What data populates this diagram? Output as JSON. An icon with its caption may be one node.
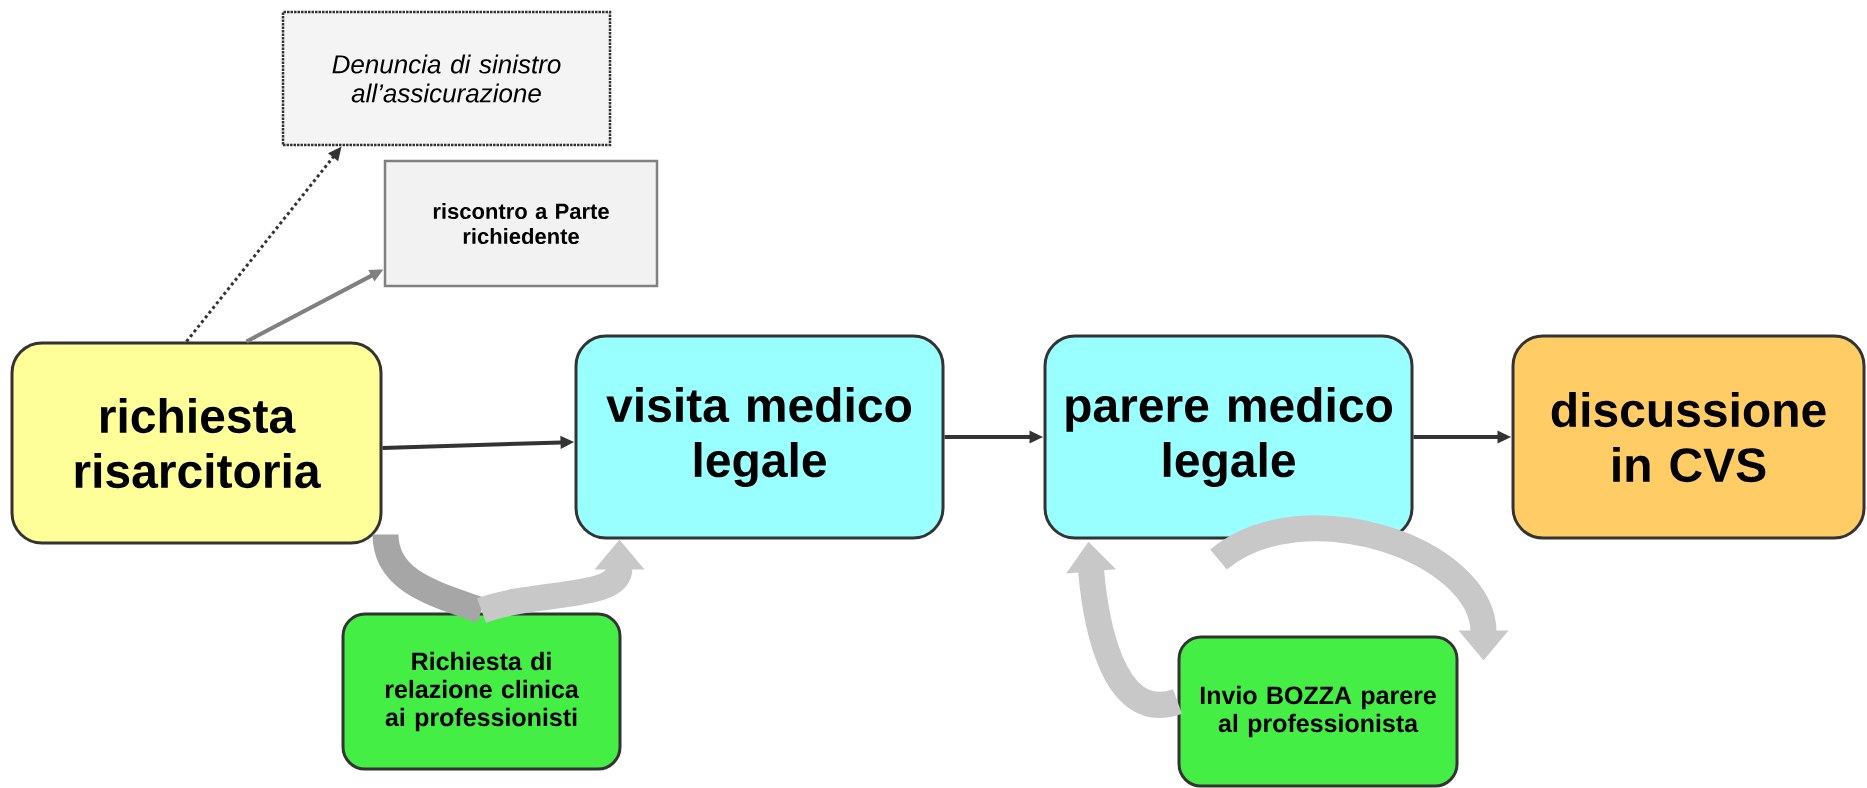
{
  "diagram": {
    "nodes": [
      {
        "text": [
          "Denuncia di sinistro all’assicurazione"
        ]
      },
      {
        "text": [
          "riscontro a  Parte richiedente"
        ]
      },
      {
        "text": [
          "richiesta risarcitoria"
        ]
      },
      {
        "text": [
          "visita medico legale"
        ]
      },
      {
        "text": [
          "parere medico legale"
        ]
      },
      {
        "text": [
          "discussione in CVS"
        ]
      },
      {
        "text": [
          "Richiesta di relazione clinica ai professionisti"
        ]
      },
      {
        "text": [
          "Invio BOZZA parere al professionista"
        ]
      }
    ],
    "edges": [
      {
        "from": 2,
        "to": 0,
        "arrow": "to",
        "style": "dashed"
      },
      {
        "from": 2,
        "to": 1,
        "arrow": "to",
        "color": "#808080"
      },
      {
        "from": 2,
        "to": 3,
        "arrow": "to"
      },
      {
        "from": 3,
        "to": 4,
        "arrow": "to"
      },
      {
        "from": 4,
        "to": 5,
        "arrow": "to"
      },
      {
        "from": 2,
        "to": 6,
        "arrow": "none",
        "style": "thick",
        "color": "#a6a6a6"
      },
      {
        "from": 6,
        "to": 3,
        "arrow": "to",
        "style": "thick",
        "color": "#c8c8c8"
      },
      {
        "from": 4,
        "to": 7,
        "arrow": "to",
        "style": "thick",
        "color": "#c8c8c8"
      },
      {
        "from": 7,
        "to": 4,
        "arrow": "to",
        "style": "thick",
        "color": "#c8c8c8"
      }
    ]
  }
}
